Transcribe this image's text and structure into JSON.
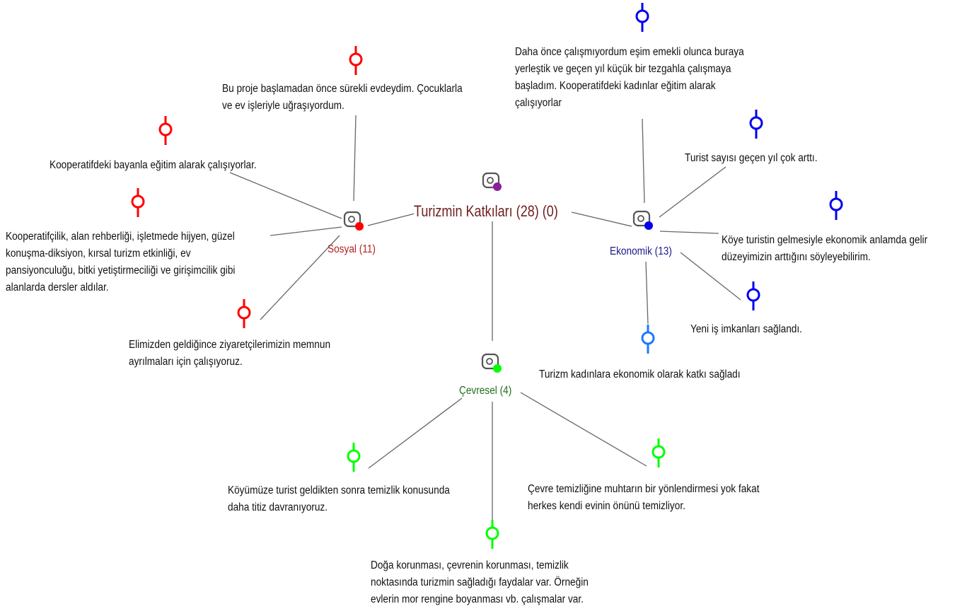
{
  "colors": {
    "sosyal": "#ff0000",
    "ekonomik": "#0000ee",
    "ekonomik_light": "#1e78ff",
    "cevresel": "#00ff00",
    "root_dot": "#8b1e9e",
    "root_text": "#6e1e1e",
    "sosyal_text": "#b22222",
    "ekonomik_text": "#1a1a8c",
    "cevresel_text": "#1e6e1e",
    "edge": "#666666"
  },
  "root": {
    "label": "Turizmin Katkıları (28) (0)",
    "icon": "code-family-icon"
  },
  "groups": {
    "sosyal": {
      "label": "Sosyal  (11)",
      "icon": "code-icon"
    },
    "ekonomik": {
      "label": "Ekonomik (13)",
      "icon": "code-icon"
    },
    "cevresel": {
      "label": "Çevresel  (4)",
      "icon": "code-icon"
    }
  },
  "quotes": {
    "q_evdeydim": {
      "icon": "quote-marker-icon",
      "lines": [
        "Bu proje başlamadan önce sürekli evdeydim. Çocuklarla",
        "ve ev işleriyle uğraşıyordum."
      ]
    },
    "q_bayanla": {
      "icon": "quote-marker-icon",
      "lines": [
        "Kooperatifdeki bayanla eğitim alarak çalışıyorlar."
      ]
    },
    "q_dersler": {
      "icon": "quote-marker-icon",
      "lines": [
        "Kooperatifçilik, alan rehberliği, işletmede hijyen, güzel",
        "konuşma-diksiyon, kırsal turizm etkinliği, ev",
        "pansiyonculuğu, bitki yetiştirmeciliği ve girişimcilik gibi",
        "alanlarda dersler aldılar."
      ]
    },
    "q_ziyaretci": {
      "icon": "quote-marker-icon",
      "lines": [
        "Elimizden geldiğince ziyaretçilerimizin memnun",
        "ayrılmaları için çalışıyoruz."
      ]
    },
    "q_tezgah": {
      "icon": "quote-marker-icon",
      "lines": [
        "Daha önce çalışmıyordum eşim emekli olunca buraya",
        "yerleştik ve geçen yıl küçük bir tezgahla çalışmaya",
        "başladım. Kooperatifdeki kadınlar eğitim alarak",
        "çalışıyorlar"
      ]
    },
    "q_turist_sayisi": {
      "icon": "quote-marker-icon",
      "lines": [
        "Turist sayısı geçen yıl çok arttı."
      ]
    },
    "q_gelir": {
      "icon": "quote-marker-icon",
      "lines": [
        "Köye turistin gelmesiyle ekonomik anlamda gelir",
        "düzeyimizin arttığını söyleyebilirim."
      ]
    },
    "q_is": {
      "icon": "quote-marker-icon",
      "lines": [
        "Yeni iş imkanları sağlandı."
      ]
    },
    "q_katki": {
      "icon": "quote-marker-icon",
      "lines": [
        "Turizm kadınlara ekonomik olarak katkı sağladı"
      ]
    },
    "q_temizlik": {
      "icon": "quote-marker-icon",
      "lines": [
        "Köyümüze turist geldikten sonra temizlik konusunda",
        "daha titiz davranıyoruz."
      ]
    },
    "q_doga": {
      "icon": "quote-marker-icon",
      "lines": [
        "Doğa korunması, çevrenin korunması, temizlik",
        "noktasında turizmin sağladığı faydalar var. Örneğin",
        "evlerin mor rengine boyanması vb. çalışmalar var."
      ]
    },
    "q_muhtar": {
      "icon": "quote-marker-icon",
      "lines": [
        "Çevre temizliğine muhtarın bir yönlendirmesi yok fakat",
        "herkes kendi evinin önünü temizliyor."
      ]
    }
  }
}
